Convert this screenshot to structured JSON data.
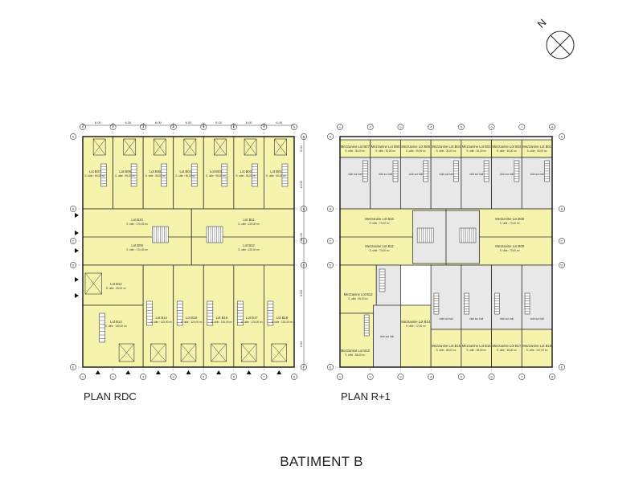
{
  "title": "BATIMENT B",
  "north_label": "N",
  "plans": [
    {
      "id": "rdc",
      "caption": "PLAN RDC",
      "grid_numbers": [
        "1",
        "2",
        "3",
        "4",
        "5",
        "6",
        "7",
        "8"
      ],
      "grid_letters": [
        "A",
        "B",
        "C",
        "D",
        "E"
      ],
      "dim_top": [
        "6.00",
        "6.00",
        "6.00",
        "6.00",
        "6.00",
        "6.00",
        "6.00"
      ],
      "dim_side": [
        "5.00",
        "11.00",
        "14.00",
        "6.00",
        "6.00"
      ],
      "lots_top": [
        {
          "name": "Lot B07",
          "area": "S. utile : 95,00 m²"
        },
        {
          "name": "Lot B06",
          "area": "S. utile : 95,00 m²"
        },
        {
          "name": "Lot B05",
          "area": "S. utile : 95,00 m²"
        },
        {
          "name": "Lot B04",
          "area": "S. utile : 95,00 m²"
        },
        {
          "name": "Lot B03",
          "area": "S. utile : 95,00 m²"
        },
        {
          "name": "Lot B02",
          "area": "S. utile : 95,00 m²"
        },
        {
          "name": "Lot B01",
          "area": "S. utile : 95,00 m²"
        }
      ],
      "lots_mid": [
        {
          "name": "Lot B10",
          "area": "S. utile : 175,00 m²"
        },
        {
          "name": "Lot B09",
          "area": "S. utile : 170,00 m²"
        },
        {
          "name": "Lot B11",
          "area": "S. utile : 125,00 m²"
        },
        {
          "name": "Lot B22",
          "area": "S. utile : 225,00 m²"
        }
      ],
      "lots_bottom": [
        {
          "name": "Lot B12",
          "area": "S. utile : 35,00 m²"
        },
        {
          "name": "Lot B13",
          "area": "S. utile : 140,00 m²"
        },
        {
          "name": "Lot B14",
          "area": "S. utile : 120,00 m²"
        },
        {
          "name": "Lot B15",
          "area": "S. utile : 120,00 m²"
        },
        {
          "name": "Lot B16",
          "area": "S. utile : 120,00 m²"
        },
        {
          "name": "Lot B17",
          "area": "S. utile : 120,00 m²"
        },
        {
          "name": "Lot B18",
          "area": "S. utile : 120,00 m²"
        }
      ]
    },
    {
      "id": "r1",
      "caption": "PLAN R+1",
      "grid_numbers": [
        "1",
        "2",
        "3",
        "4",
        "5",
        "6",
        "7",
        "8"
      ],
      "grid_letters": [
        "A",
        "B",
        "C",
        "D",
        "E"
      ],
      "mezz_top": [
        {
          "name": "Mezzanine Lot B07",
          "area": "S. utile : 30,00 m²"
        },
        {
          "name": "Mezzanine Lot B06",
          "area": "S. utile : 30,00 m²"
        },
        {
          "name": "Mezzanine Lot B05",
          "area": "S. utile : 30,00 m²"
        },
        {
          "name": "Mezzanine Lot B04",
          "area": "S. utile : 30,00 m²"
        },
        {
          "name": "Mezzanine Lot B03",
          "area": "S. utile : 30,00 m²"
        },
        {
          "name": "Mezzanine Lot B02",
          "area": "S. utile : 30,00 m²"
        },
        {
          "name": "Mezzanine Lot B01",
          "area": "S. utile : 30,00 m²"
        }
      ],
      "mezz_mid": [
        {
          "name": "Mezzanine Lot B10",
          "area": "S. utile : 70,00 m²"
        },
        {
          "name": "Mezzanine Lot B09",
          "area": "S. utile : 70,00 m²"
        },
        {
          "name": "Mezzanine Lot B11",
          "area": "S. utile : 70,00 m²"
        },
        {
          "name": "Mezzanine Lot B08",
          "area": "S. utile : 70,00 m²"
        }
      ],
      "mezz_bottom": [
        {
          "name": "Mezzanine Lot B12",
          "area": "S. utile : 35,00 m²"
        },
        {
          "name": "Mezzanine Lot B13",
          "area": "S. utile : 55,00 m²"
        },
        {
          "name": "Mezzanine Lot B14",
          "area": "S. utile : 72,00 m²"
        },
        {
          "name": "Mezzanine Lot B15",
          "area": "S. utile : 38,00 m²"
        },
        {
          "name": "Mezzanine Lot B16",
          "area": "S. utile : 38,00 m²"
        },
        {
          "name": "Mezzanine Lot B17",
          "area": "S. utile : 38,00 m²"
        },
        {
          "name": "Mezzanine Lot B18",
          "area": "S. utile : 107,00 m²"
        }
      ],
      "void_label": "vide sur hall"
    }
  ],
  "colors": {
    "lot_fill": "#f6f3ad",
    "void_fill": "#e8e8e8",
    "wall": "#333333",
    "line": "#555555"
  }
}
